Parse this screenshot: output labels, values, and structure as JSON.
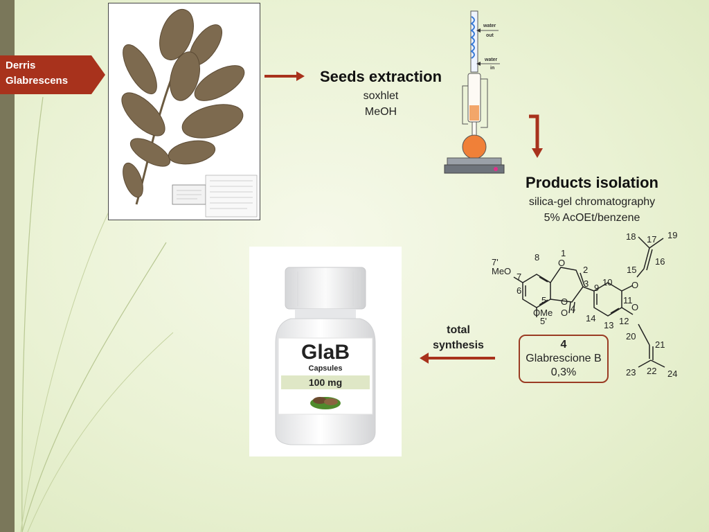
{
  "source_label": {
    "line1": "Derris",
    "line2": "Glabrescens"
  },
  "extraction": {
    "title": "Seeds extraction",
    "line1": "soxhlet",
    "line2": "MeOH"
  },
  "apparatus": {
    "water_out": [
      "water",
      "out"
    ],
    "water_in": [
      "water",
      "in"
    ]
  },
  "isolation": {
    "title": "Products isolation",
    "line1": "silica-gel chromatography",
    "line2": "5% AcOEt/benzene"
  },
  "synthesis": {
    "line1": "total",
    "line2": "synthesis"
  },
  "compound": {
    "number": "4",
    "name": "Glabrescione B",
    "yield": "0,3%"
  },
  "molecule": {
    "atoms": {
      "meo": "MeO",
      "o1": "O",
      "o4": "O",
      "ome": "OMe",
      "o11": "O",
      "o12": "O"
    },
    "numbers": {
      "n1": "1",
      "n2": "2",
      "n3": "3",
      "n4": "4",
      "n5": "5",
      "n5p": "5'",
      "n6": "6",
      "n7": "7",
      "n7p": "7'",
      "n8": "8",
      "n9": "9",
      "n10": "10",
      "n11": "11",
      "n12": "12",
      "n13": "13",
      "n14": "14",
      "n15": "15",
      "n16": "16",
      "n17": "17",
      "n18": "18",
      "n19": "19",
      "n20": "20",
      "n21": "21",
      "n22": "22",
      "n23": "23",
      "n24": "24"
    }
  },
  "product": {
    "brand": "GlaB",
    "form": "Capsules",
    "dose": "100 mg"
  },
  "colors": {
    "accent": "#a8321c",
    "sidebar": "#7a775a"
  }
}
